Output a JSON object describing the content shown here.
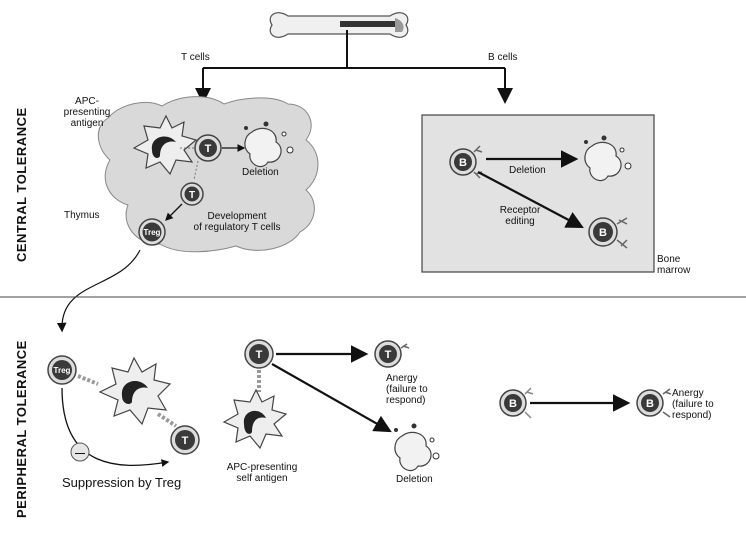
{
  "sections": {
    "central": "CENTRAL TOLERANCE",
    "peripheral": "PERIPHERAL TOLERANCE"
  },
  "branches": {
    "t_cells": "T cells",
    "b_cells": "B cells"
  },
  "central": {
    "apc_label": "APC-\npresenting\nantigen",
    "thymus_label": "Thymus",
    "t_deletion": "Deletion",
    "treg_development": "Development\nof regulatory T cells",
    "b_deletion": "Deletion",
    "receptor_editing": "Receptor\nediting",
    "bone_marrow": "Bone\nmarrow"
  },
  "peripheral": {
    "suppression": "Suppression by Treg",
    "apc_self": "APC-presenting\nself antigen",
    "t_anergy": "Anergy\n(failure to\nrespond)",
    "t_deletion": "Deletion",
    "b_anergy": "Anergy\n(failure to\nrespond)"
  },
  "cell_letters": {
    "t": "T",
    "b": "B",
    "treg": "Treg",
    "minus": "—"
  },
  "colors": {
    "line": "#111111",
    "box_fill": "#e2e2e2",
    "thymus_fill": "#d9d9d9",
    "cell_dark": "#3a3a3a",
    "cell_ring": "#bdbdbd"
  }
}
